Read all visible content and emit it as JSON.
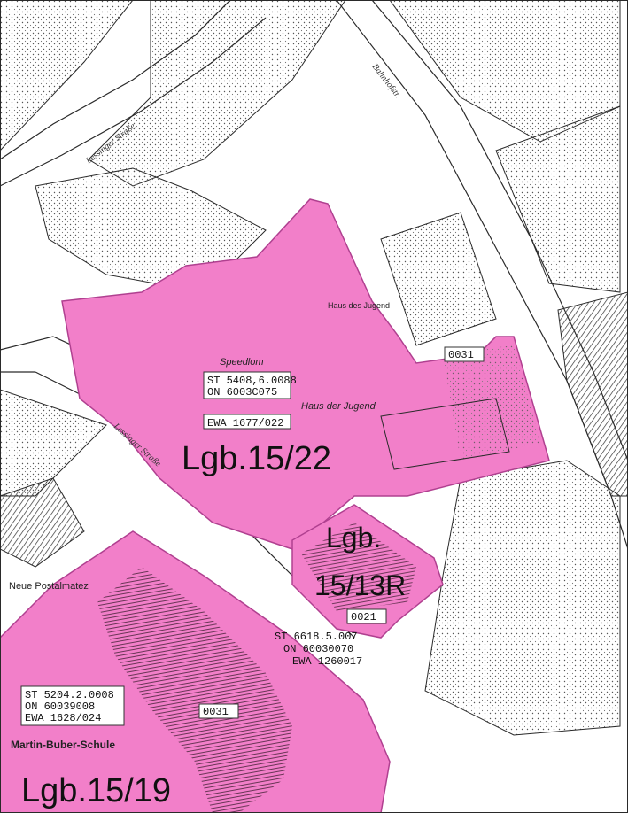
{
  "colors": {
    "parcel": "#f27fc9",
    "parcel_stroke": "#b04090",
    "building_dark": "#5a2d48",
    "line": "#2a2a2a",
    "dots": "#555555"
  },
  "parcels": {
    "p1522": {
      "label": "Lgb.15/22",
      "name": "Speedlom",
      "codes": [
        "ST 5408,6.0088",
        "ON 6003C075"
      ],
      "ewa": "EWA 1677/022",
      "building": "Haus der Jugend",
      "building_small": "Haus des Jugend"
    },
    "p1516": {
      "label_line1": "Lgb.",
      "label_line2": "15/13R",
      "codes": [
        "ST 6618.5.007",
        "ON 60030070",
        "EWA 1260017"
      ]
    },
    "p1519": {
      "label": "Lgb.15/19",
      "codes": [
        "ST 5204.2.0008",
        "ON 60039008",
        "EWA 1628/024"
      ],
      "school": "Martin-Buber-Schule"
    }
  },
  "streets": {
    "s1": "Lessinger Straße",
    "s2": "Bahnhofstr.",
    "s3": "Lessinger Straße"
  },
  "marks": {
    "n1": "0031",
    "n2": "0021",
    "n3": "0031",
    "neighbor": "Neue Postalmatez"
  }
}
